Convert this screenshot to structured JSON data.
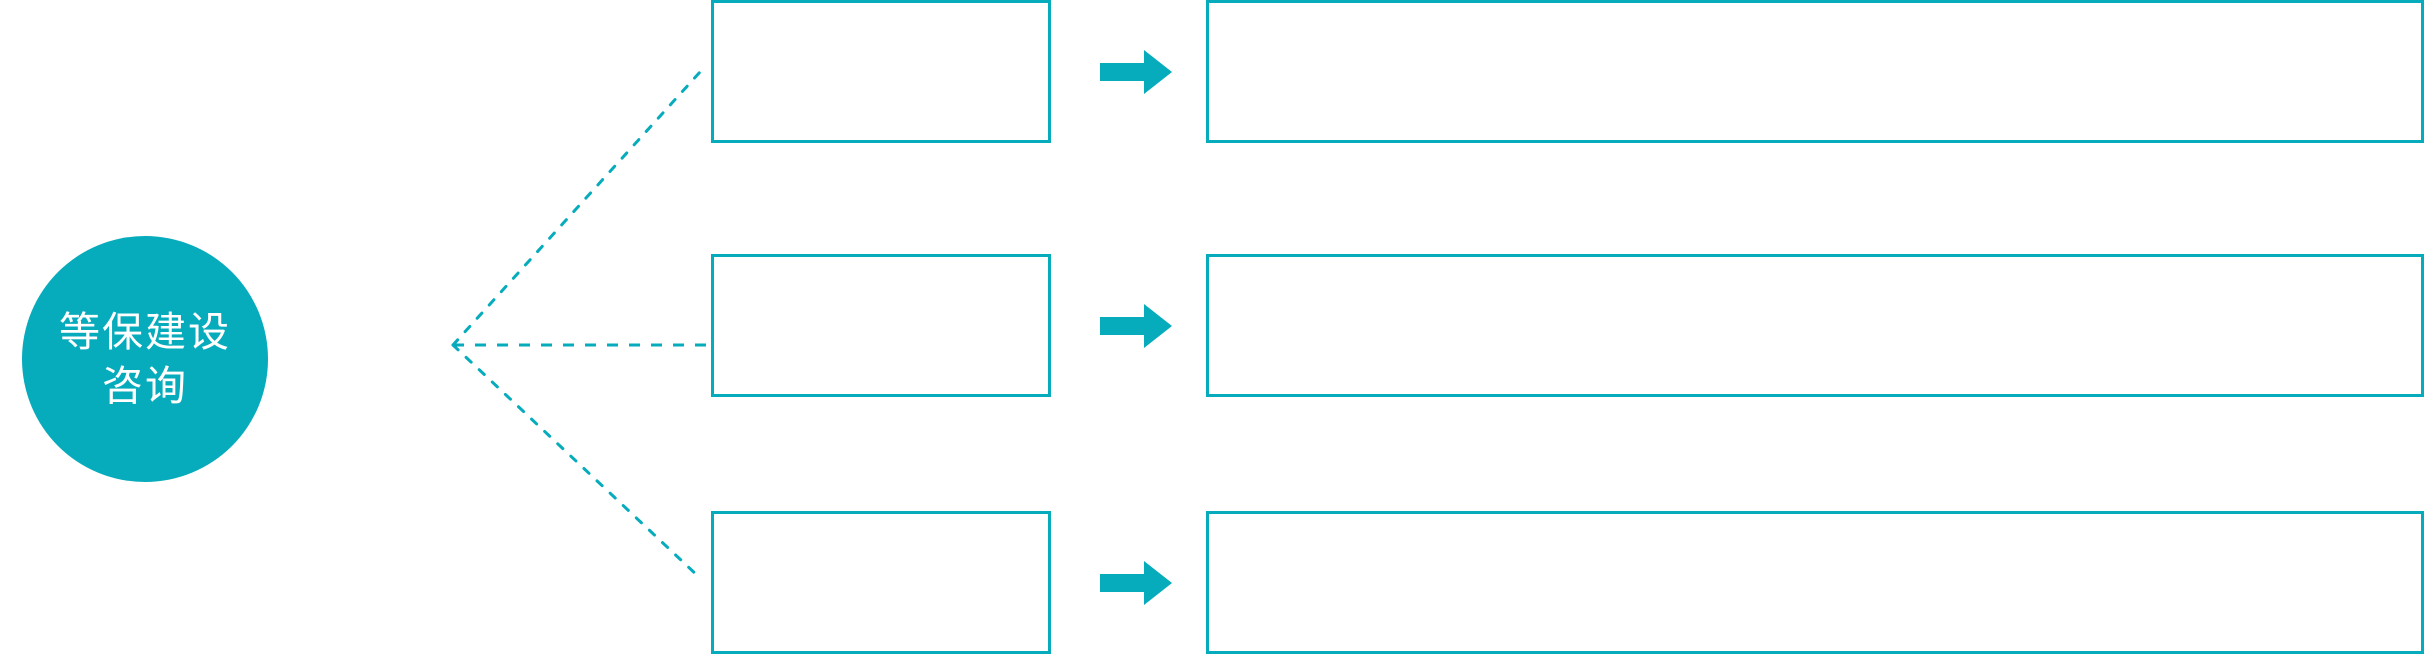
{
  "diagram": {
    "title": "等保建设咨询",
    "type": "hub-and-spoke-process",
    "accent_color": "#06abbc",
    "background_color": "#ffffff",
    "text_color_on_accent": "#ffffff"
  },
  "hub": {
    "name": "hub-node",
    "line1": "等保建设",
    "line2": "咨询"
  },
  "connector": {
    "style": "dotted",
    "color": "#06abbc",
    "branch_count": 3
  },
  "rows": [
    {
      "index": 1,
      "stage_label": "",
      "detail_label": "",
      "arrow_icon": "arrow-right-icon"
    },
    {
      "index": 2,
      "stage_label": "",
      "detail_label": "",
      "arrow_icon": "arrow-right-icon"
    },
    {
      "index": 3,
      "stage_label": "",
      "detail_label": "",
      "arrow_icon": "arrow-right-icon"
    }
  ]
}
